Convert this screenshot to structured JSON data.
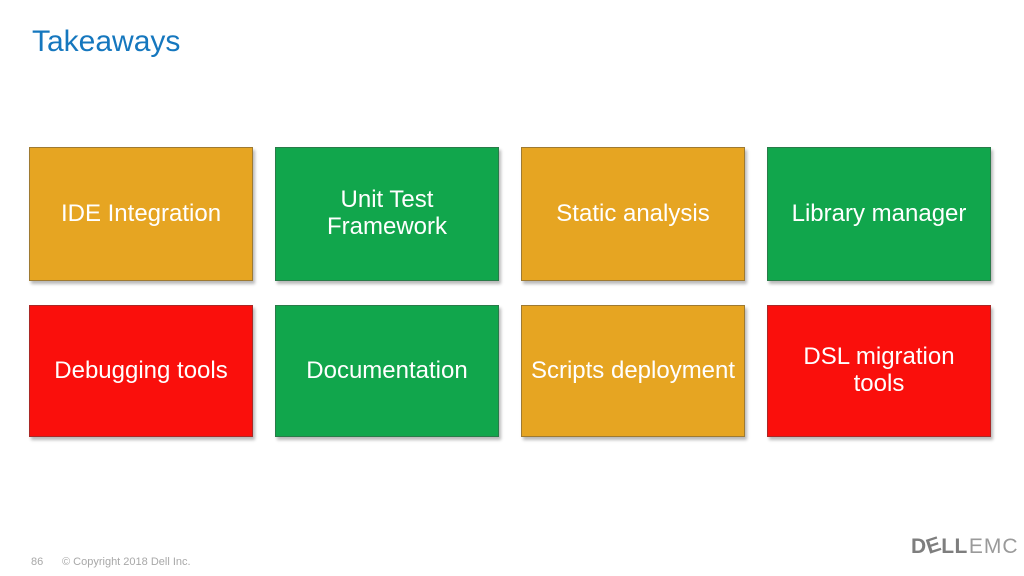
{
  "slide": {
    "title": "Takeaways",
    "page_number": "86",
    "copyright": "© Copyright 2018 Dell Inc.",
    "logo": {
      "dell_d": "D",
      "dell_e": "E",
      "dell_ll": "LL",
      "emc": "EMC"
    },
    "colors": {
      "title_blue": "#1577BE",
      "orange": "#E6A522",
      "green": "#11A64C",
      "red": "#FA0F0C"
    },
    "boxes": [
      {
        "label": "IDE Integration",
        "color": "orange"
      },
      {
        "label": "Unit Test\nFramework",
        "color": "green"
      },
      {
        "label": "Static analysis",
        "color": "orange"
      },
      {
        "label": "Library manager",
        "color": "green"
      },
      {
        "label": "Debugging tools",
        "color": "red"
      },
      {
        "label": "Documentation",
        "color": "green"
      },
      {
        "label": "Scripts deployment",
        "color": "orange"
      },
      {
        "label": "DSL migration\ntools",
        "color": "red"
      }
    ]
  }
}
